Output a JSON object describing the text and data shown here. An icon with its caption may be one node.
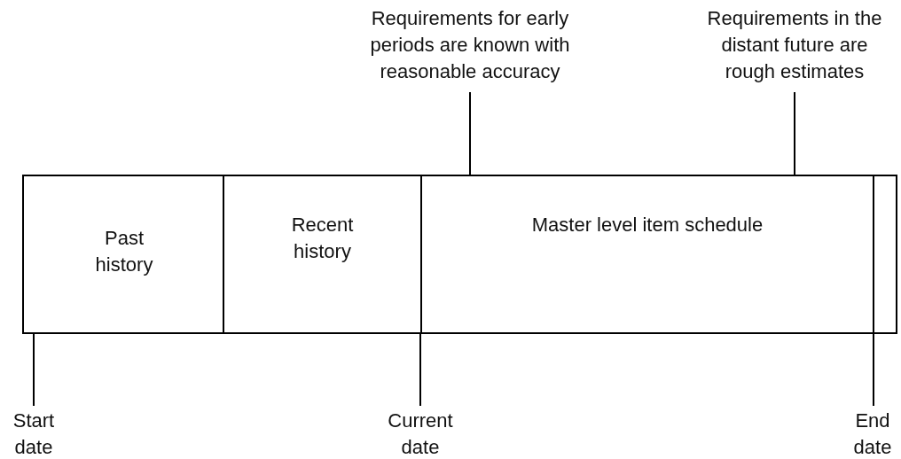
{
  "diagram": {
    "nodes": [
      {
        "text": [
          "Past history"
        ]
      },
      {
        "text": [
          "Recent history"
        ]
      },
      {
        "text": [
          "Master level item schedule"
        ]
      },
      {
        "text": [],
        "shape": "box"
      },
      {
        "text": [
          "Requirements for early periods are known with reasonable accuracy"
        ]
      },
      {
        "text": [
          "Requirements in the distant future are rough estimates"
        ]
      },
      {
        "text": [
          "Start date"
        ]
      },
      {
        "text": [
          "Current date"
        ]
      },
      {
        "text": [
          "End date"
        ]
      }
    ],
    "edges": [
      {
        "from": 4,
        "to": 2,
        "arrow": "none"
      },
      {
        "from": 5,
        "to": 2,
        "arrow": "none"
      },
      {
        "from": 6,
        "to": 0,
        "arrow": "none"
      },
      {
        "from": 7,
        "to": 2,
        "arrow": "none"
      },
      {
        "from": 8,
        "to": 3,
        "arrow": "none"
      }
    ]
  }
}
